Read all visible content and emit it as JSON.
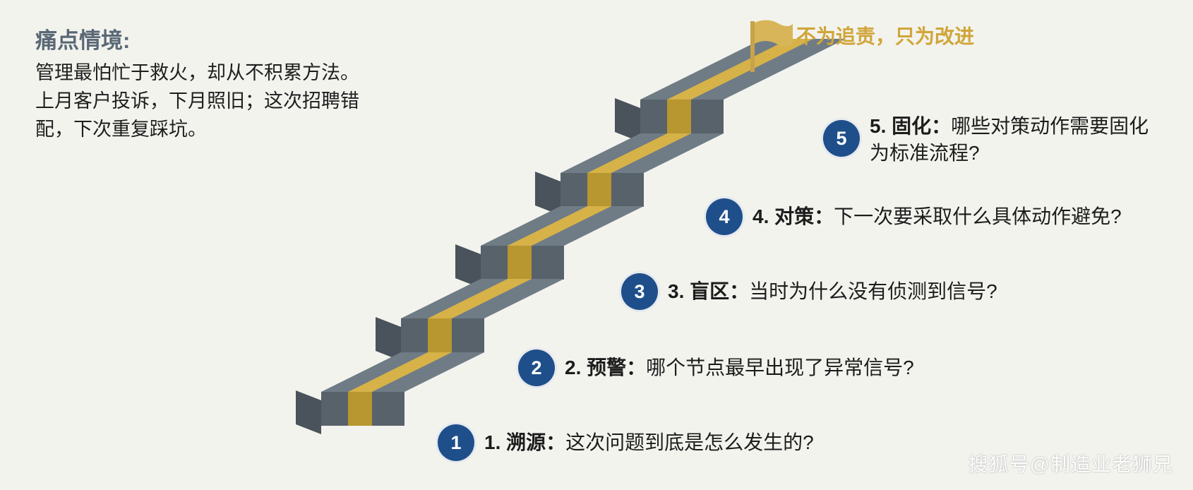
{
  "pain": {
    "title": "痛点情境:",
    "lines": [
      "管理最怕忙于救火，却从不积累方法。",
      "上月客户投诉，下月照旧；这次招聘错",
      "配，下次重复踩坑。"
    ]
  },
  "goal": "不为追责，只为改进",
  "steps": [
    {
      "num": "1",
      "title": "1. 溯源",
      "colon": "：",
      "q1": "这次问题到底是怎么发生的?",
      "q2": ""
    },
    {
      "num": "2",
      "title": "2. 预警",
      "colon": "：",
      "q1": "哪个节点最早出现了异常信号?",
      "q2": ""
    },
    {
      "num": "3",
      "title": "3. 盲区",
      "colon": "：",
      "q1": "当时为什么没有侦测到信号?",
      "q2": ""
    },
    {
      "num": "4",
      "title": "4. 对策",
      "colon": "：",
      "q1": "下一次要采取什么具体动作避免?",
      "q2": ""
    },
    {
      "num": "5",
      "title": "5. 固化",
      "colon": "：",
      "q1": "哪些对策动作需要固化",
      "q2": "为标准流程?"
    }
  ],
  "watermark": "搜狐号@制造业老狮兄",
  "colors": {
    "stair_top": "#6f7c86",
    "stair_front": "#58626b",
    "stair_side": "#4a535b",
    "stripe_top": "#d6b248",
    "stripe_front": "#b89630",
    "badge": "#1f4f8a",
    "goal_text": "#d0a63a",
    "flag": "#d9b55a"
  }
}
